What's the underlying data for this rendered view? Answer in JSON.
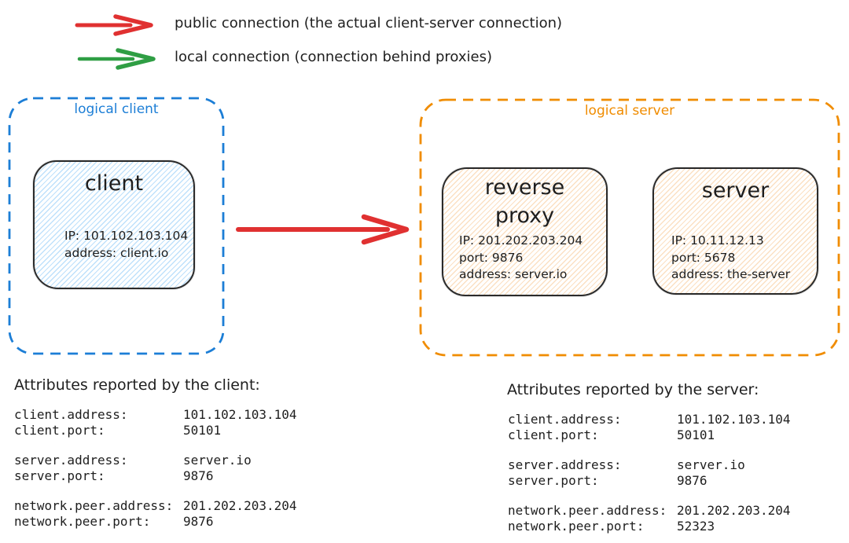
{
  "colors": {
    "public_arrow_red": "#e03131",
    "local_arrow_green": "#2f9e44",
    "logical_client_blue": "#1c7ed6",
    "logical_server_orange": "#f08c00",
    "ink": "#1e1e1e",
    "client_node_hatch": "#bfe1fb",
    "server_node_hatch": "#fbe0c3"
  },
  "legend": {
    "public": {
      "label": "public connection (the actual client-server connection)"
    },
    "local": {
      "label": "local connection (connection behind proxies)"
    }
  },
  "logical_client": {
    "label": "logical client",
    "client_node": {
      "title": "client",
      "lines": [
        "IP: 101.102.103.104",
        "address: client.io"
      ]
    }
  },
  "logical_server": {
    "label": "logical server",
    "reverse_proxy_node": {
      "title_lines": [
        "reverse",
        "proxy"
      ],
      "lines": [
        "IP: 201.202.203.204",
        "port: 9876",
        "address: server.io"
      ]
    },
    "server_node": {
      "title": "server",
      "lines": [
        "IP: 10.11.12.13",
        "port: 5678",
        "address: the-server"
      ]
    }
  },
  "client_attributes": {
    "title": "Attributes reported by the client:",
    "groups": [
      [
        {
          "key": "client.address:",
          "value": "101.102.103.104"
        },
        {
          "key": "client.port:",
          "value": "50101"
        }
      ],
      [
        {
          "key": "server.address:",
          "value": "server.io"
        },
        {
          "key": "server.port:",
          "value": "9876"
        }
      ],
      [
        {
          "key": "network.peer.address:",
          "value": "201.202.203.204"
        },
        {
          "key": "network.peer.port:",
          "value": "9876"
        }
      ]
    ]
  },
  "server_attributes": {
    "title": "Attributes reported by the server:",
    "groups": [
      [
        {
          "key": "client.address:",
          "value": "101.102.103.104"
        },
        {
          "key": "client.port:",
          "value": "50101"
        }
      ],
      [
        {
          "key": "server.address:",
          "value": "server.io"
        },
        {
          "key": "server.port:",
          "value": "9876"
        }
      ],
      [
        {
          "key": "network.peer.address:",
          "value": "201.202.203.204"
        },
        {
          "key": "network.peer.port:",
          "value": "52323"
        }
      ]
    ]
  }
}
